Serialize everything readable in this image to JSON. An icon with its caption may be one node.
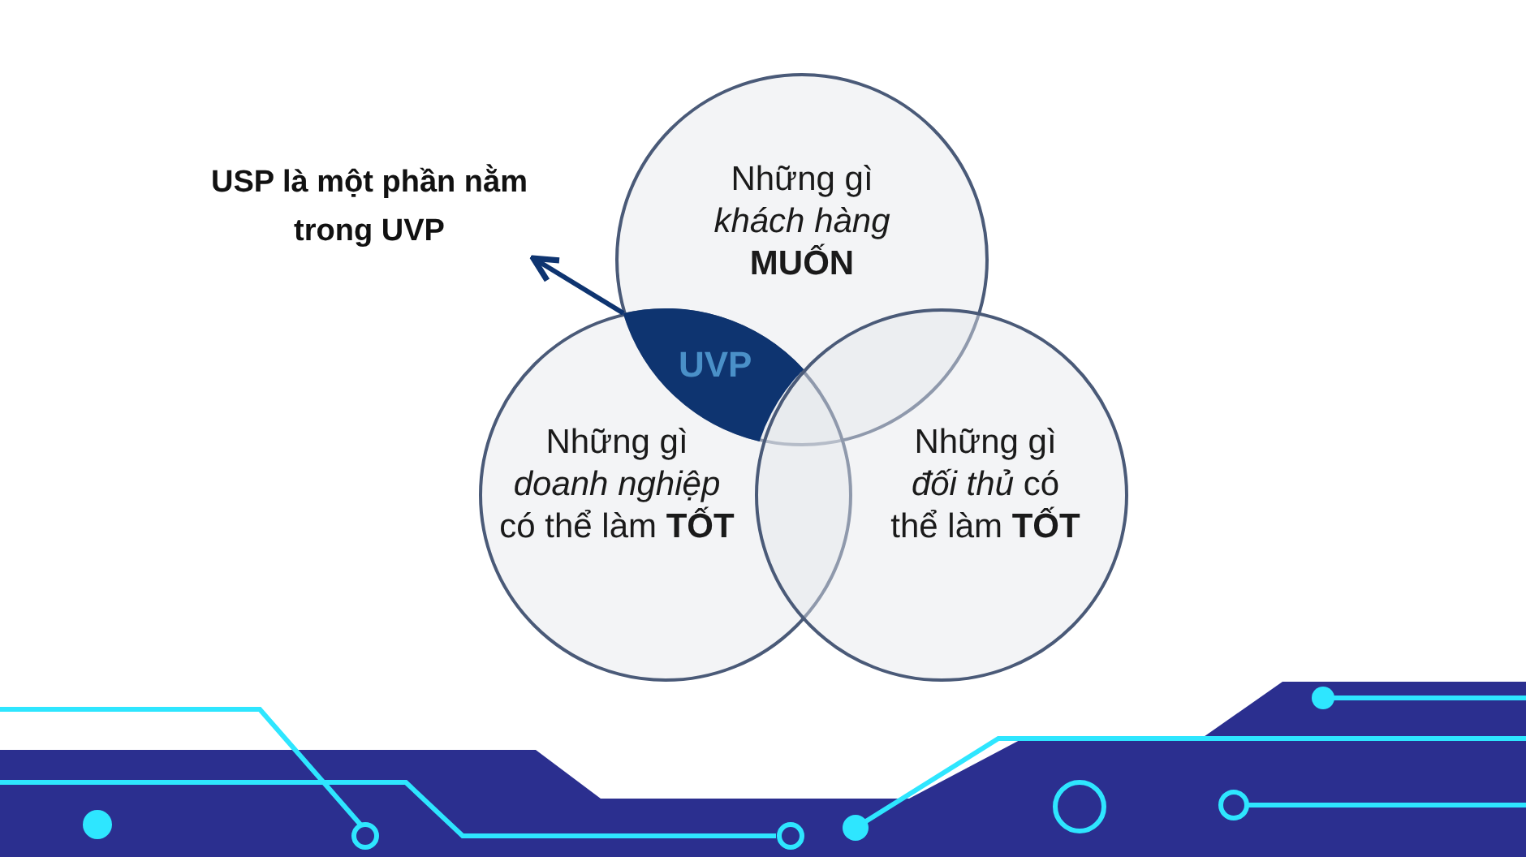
{
  "diagram": {
    "nodes": [
      {
        "text": [
          "USP là một phần nằm trong UVP"
        ]
      },
      {
        "text": [
          "Những gì *khách hàng* **MUỐN**"
        ]
      },
      {
        "text": [
          "UVP"
        ]
      },
      {
        "text": [
          "Những gì *doanh nghiệp* có thể làm **TỐT**"
        ]
      },
      {
        "text": [
          "Những gì *đối thủ* có thể làm **TỐT**"
        ]
      }
    ],
    "edges": [
      {
        "from": 2,
        "to": 0,
        "arrow": "to"
      }
    ]
  }
}
